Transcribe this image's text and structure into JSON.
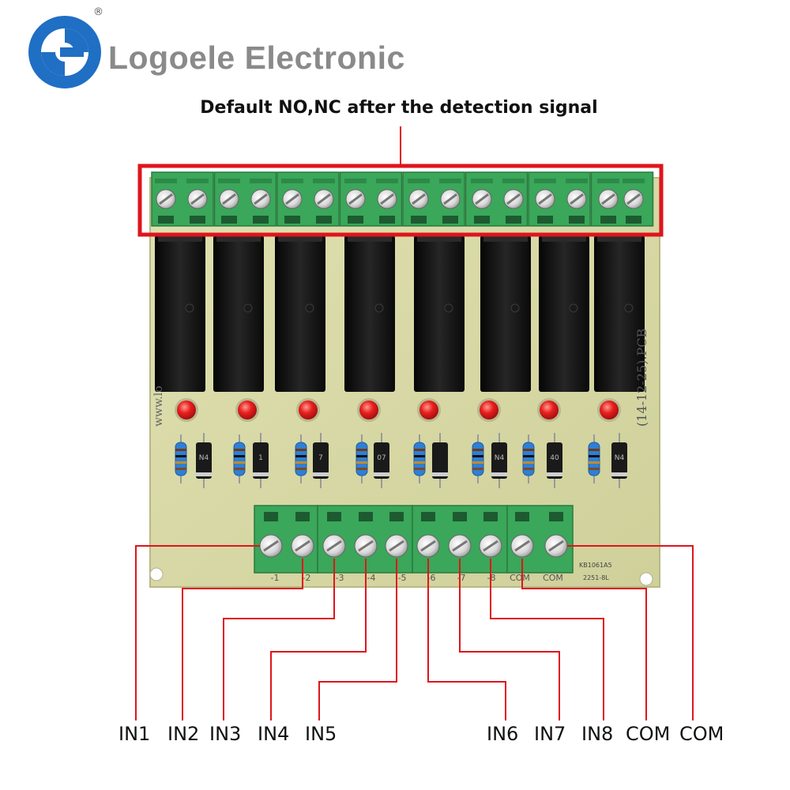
{
  "brand": {
    "name": "Logoele Electronic",
    "registered_mark": "®",
    "logo_icon": "logoele-g-swirl-logo",
    "colors": {
      "blue": "#1f6fc4",
      "gray": "#8a8a8a"
    }
  },
  "headline": "Default NO,NC after the detection signal",
  "highlight_color": "#e0141c",
  "board": {
    "pcb_color": "#d8d9a6",
    "terminal_color": "#3aa75a",
    "relay_color": "#111111",
    "led_color": "#e8201e",
    "silkscreen_side": "(14-12-25).PCB",
    "silkscreen_url": "www.lo",
    "silkscreen_code1": "KB1061A5",
    "silkscreen_code2": "2251-8L",
    "diode_marks": [
      "N4",
      "1",
      "7",
      "07",
      "",
      "N4",
      "40",
      "N4"
    ],
    "bottom_pin_labels": [
      "-1",
      "-2",
      "-3",
      "-4",
      "-5",
      "-6",
      "-7",
      "-8",
      "COM",
      "COM"
    ]
  },
  "inputs": [
    "IN1",
    "IN2",
    "IN3",
    "IN4",
    "IN5",
    "IN6",
    "IN7",
    "IN8",
    "COM",
    "COM"
  ]
}
